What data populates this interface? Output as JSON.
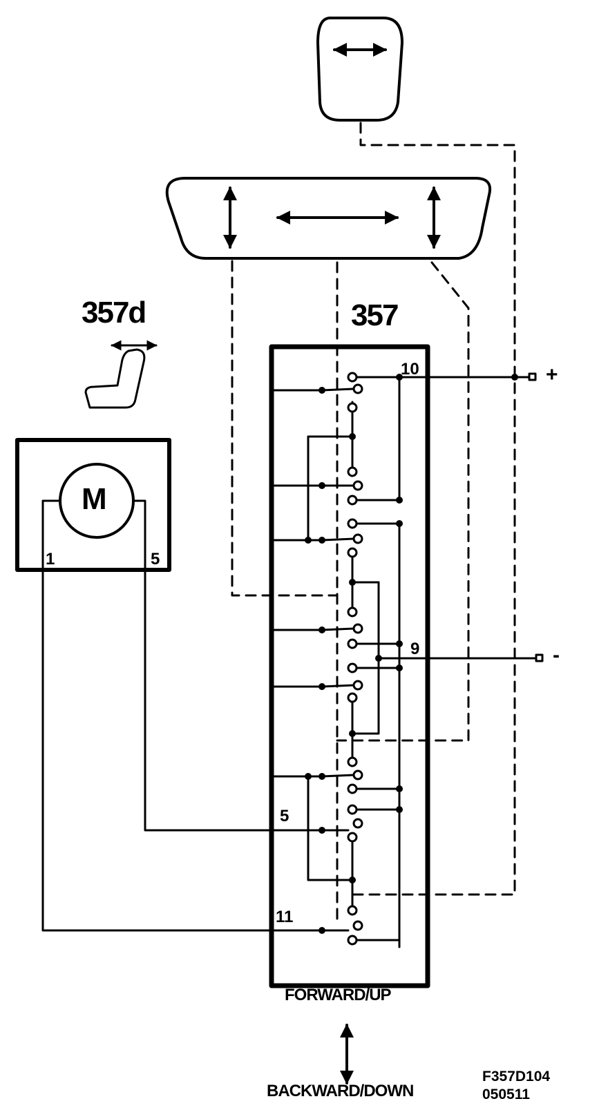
{
  "labels": {
    "component_switch": "357",
    "component_motor": "357d",
    "motor_symbol": "M",
    "motor_pin_left": "1",
    "motor_pin_right": "5",
    "switch_pin_10": "10",
    "switch_pin_9": "9",
    "switch_pin_5": "5",
    "switch_pin_11": "11",
    "terminal_plus": "+",
    "terminal_minus": "-",
    "direction_top": "FORWARD/UP",
    "direction_bottom": "BACKWARD/DOWN",
    "figure_code": "F357D104",
    "figure_date": "050511"
  },
  "icons": {
    "seat_adjust": "seat-icon",
    "double_arrow": "double-arrow-icon",
    "motor": "motor-icon"
  },
  "colors": {
    "ink": "#000000",
    "background": "#ffffff"
  }
}
